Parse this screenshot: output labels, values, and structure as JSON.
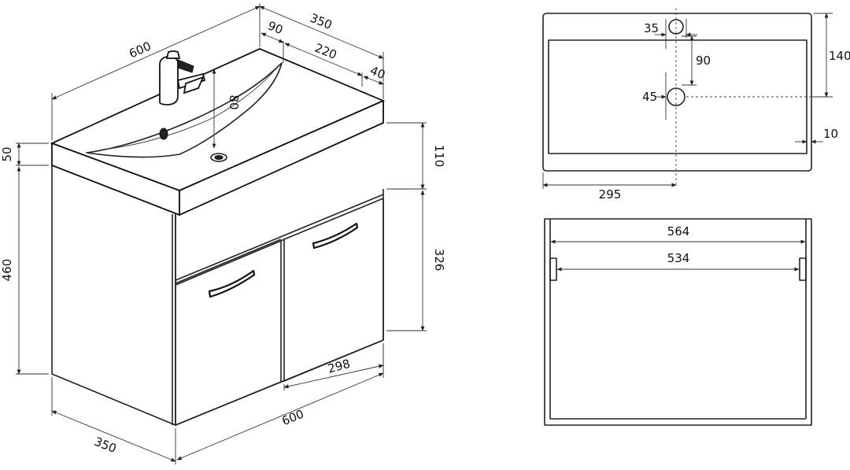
{
  "iso_view": {
    "top_width": "600",
    "top_depth": "350",
    "faucet_offset": "90",
    "basin_depth": "220",
    "rear_margin": "40",
    "bowl_depth": "80",
    "counter_thickness": "50",
    "body_height": "460",
    "top_band_height": "110",
    "door_height": "326",
    "door_width": "298",
    "base_width": "600",
    "base_depth": "350"
  },
  "top_view": {
    "faucet_hole": "35",
    "hole_spacing": "90",
    "drain_hole": "45",
    "total_depth": "140",
    "edge_margin": "10",
    "center_offset": "295"
  },
  "front_view": {
    "outer_width": "564",
    "inner_width": "534"
  },
  "colors": {
    "line": "#111111",
    "background": "#ffffff"
  }
}
